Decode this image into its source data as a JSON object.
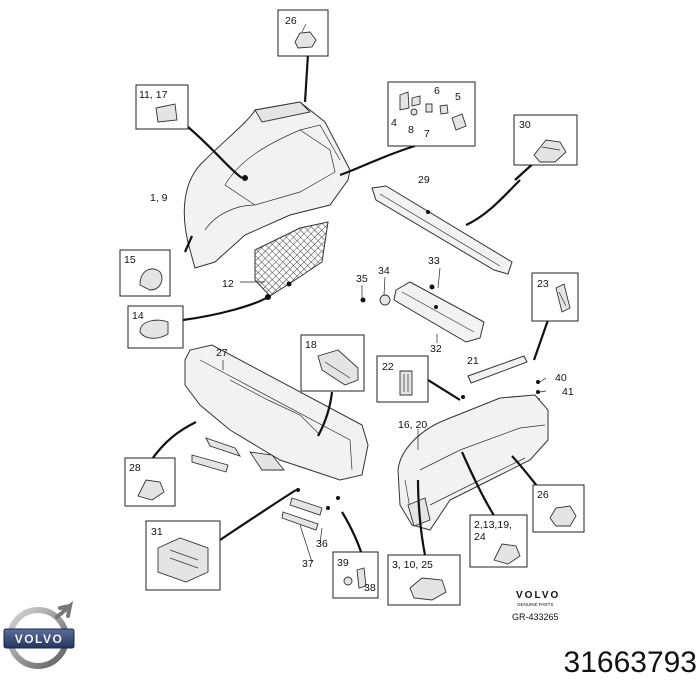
{
  "callouts": {
    "c26_top": "26",
    "c11_17": "11, 17",
    "c1_9": "1, 9",
    "c15": "15",
    "c12": "12",
    "c14": "14",
    "c4": "4",
    "c6": "6",
    "c5": "5",
    "c8": "8",
    "c7": "7",
    "c30": "30",
    "c29": "29",
    "c35": "35",
    "c34": "34",
    "c33": "33",
    "c32": "32",
    "c23": "23",
    "c27": "27",
    "c18": "18",
    "c22": "22",
    "c21": "21",
    "c40": "40",
    "c41": "41",
    "c16_20": "16, 20",
    "c28": "28",
    "c26_bottom": "26",
    "c31": "31",
    "c36": "36",
    "c37": "37",
    "c39": "39",
    "c38": "38",
    "c3_10_25": "3, 10, 25",
    "c2_13_19_24": "2,13,19,\n24"
  },
  "brand": {
    "small_logo_text": "VOLVO",
    "small_logo_subtext": "GENUINE PARTS",
    "diagram_ref": "GR-433265",
    "logo_wordmark": "VOLVO",
    "part_number": "31663793"
  }
}
